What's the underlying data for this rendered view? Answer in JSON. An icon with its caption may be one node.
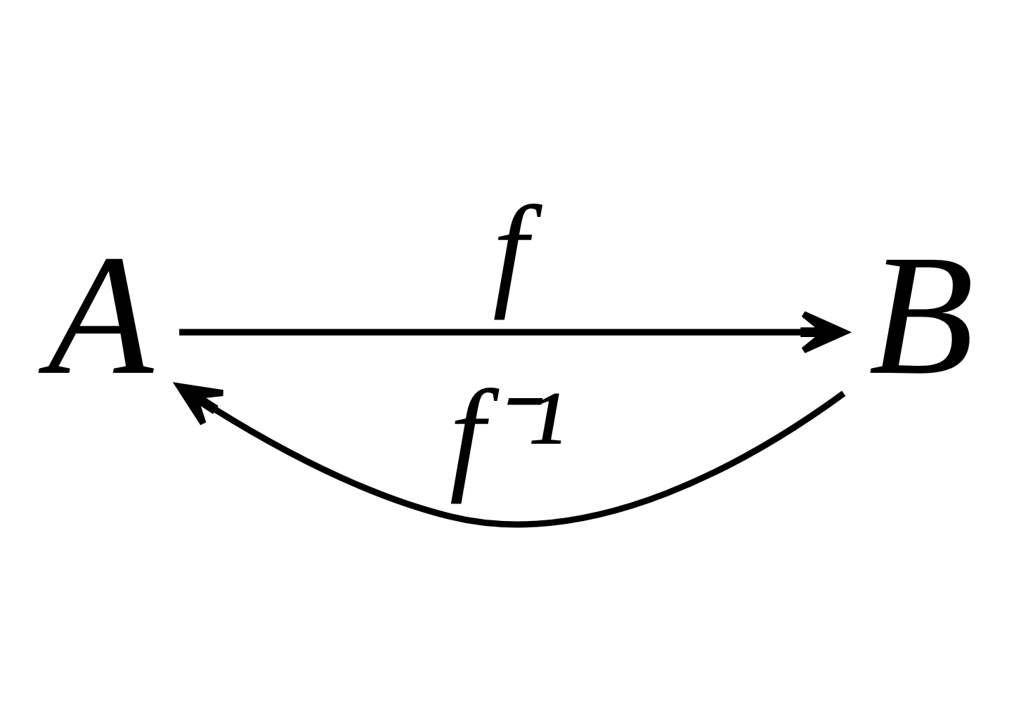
{
  "diagram": {
    "nodes": [
      {
        "text": [
          "A"
        ]
      },
      {
        "text": [
          "B"
        ]
      }
    ],
    "edges": [
      {
        "from": 0,
        "to": 1,
        "arrow": "to",
        "label": "f"
      },
      {
        "from": 1,
        "to": 0,
        "arrow": "to",
        "label": "f⁻¹"
      }
    ]
  }
}
